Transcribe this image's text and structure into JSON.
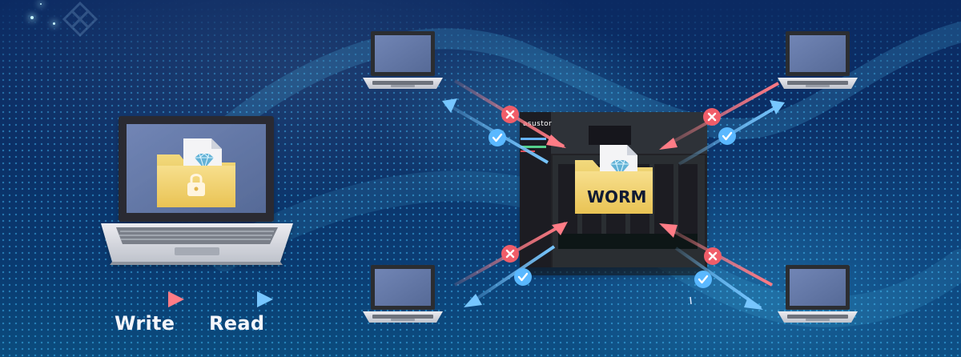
{
  "legend": {
    "write": "Write",
    "read": "Read"
  },
  "nas": {
    "brand": "asustor",
    "folder_label": "WORM"
  },
  "colors": {
    "write": "#ee737b",
    "read": "#73b8ff",
    "deny": "#f05d69",
    "allow": "#5ab8ff",
    "folder": "#f0cf69"
  },
  "icons": {
    "file": "document-file",
    "gem": "diamond",
    "lock": "padlock",
    "folder": "folder",
    "nas": "nas-device",
    "deny": "x-mark",
    "allow": "check-mark"
  }
}
